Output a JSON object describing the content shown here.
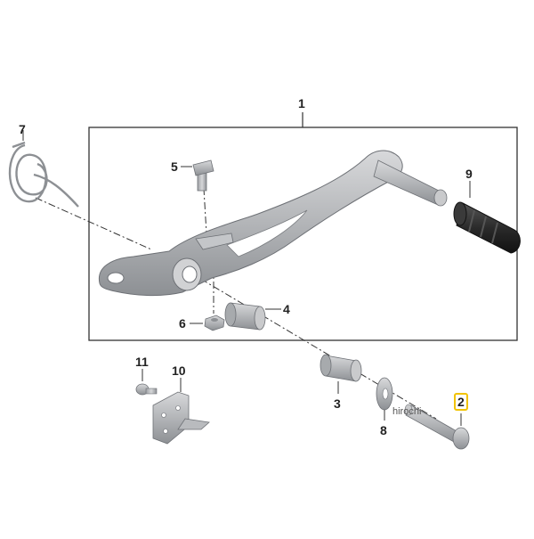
{
  "diagram": {
    "callouts": [
      {
        "id": "c1",
        "label": "1"
      },
      {
        "id": "c2",
        "label": "2",
        "highlighted": true
      },
      {
        "id": "c3",
        "label": "3"
      },
      {
        "id": "c4",
        "label": "4"
      },
      {
        "id": "c5",
        "label": "5"
      },
      {
        "id": "c6",
        "label": "6"
      },
      {
        "id": "c7",
        "label": "7"
      },
      {
        "id": "c8",
        "label": "8"
      },
      {
        "id": "c9",
        "label": "9"
      },
      {
        "id": "c10",
        "label": "10"
      },
      {
        "id": "c11",
        "label": "11"
      }
    ],
    "watermark": "hirochi",
    "colors": {
      "highlight": "#f2c300",
      "part_metal": "#b9bbbe",
      "part_dark": "#2b2b2b",
      "line": "#333333"
    }
  }
}
